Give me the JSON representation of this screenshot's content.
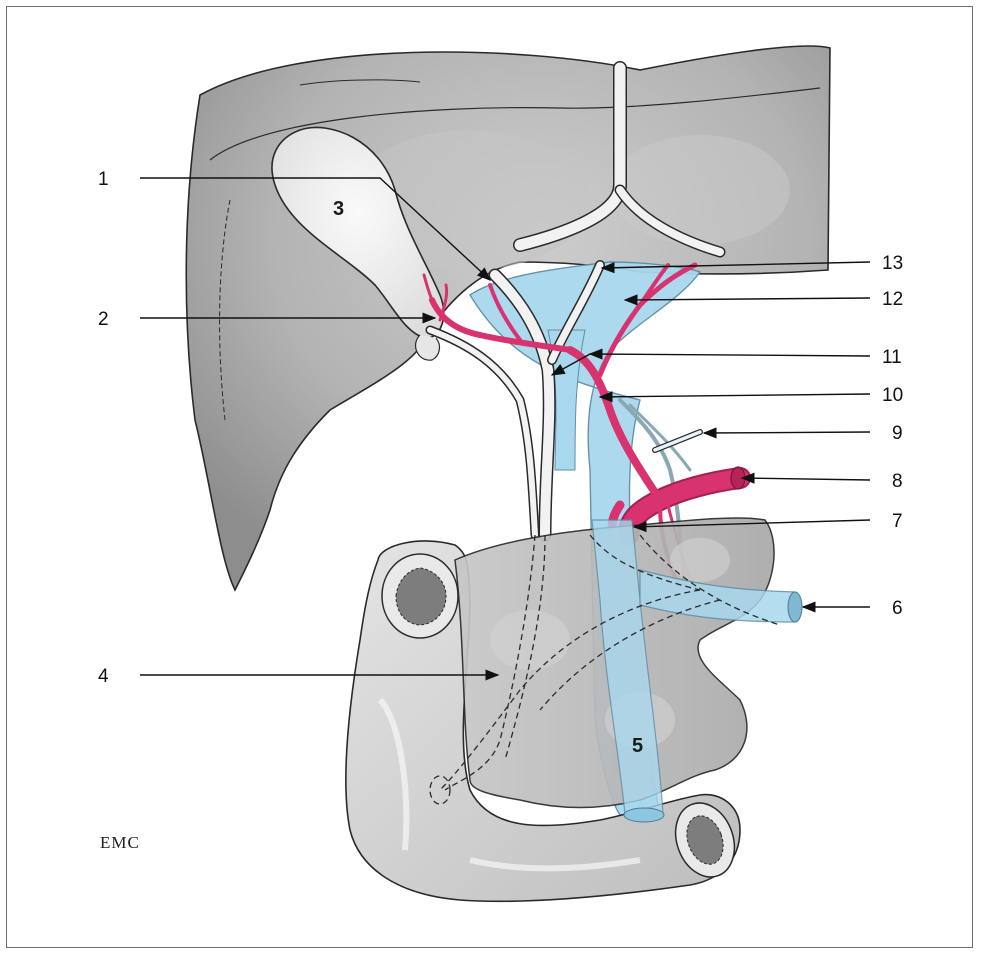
{
  "labels": {
    "l1": "1",
    "l2": "2",
    "l4": "4",
    "l6": "6",
    "l7": "7",
    "l8": "8",
    "l9": "9",
    "l10": "10",
    "l11": "11",
    "l12": "12",
    "l13": "13"
  },
  "organ_labels": {
    "gallbladder": "3",
    "portal_vein": "5"
  },
  "signature": "EMC",
  "colors": {
    "liver": "#b9b9b9",
    "liver_shadow": "#9a9a9a",
    "portal_blue": "#a9d8ee",
    "artery_magenta": "#d8326f",
    "duct_white": "#f2f2f2",
    "duodenum": "#cfcfcf",
    "outline": "#2a2a2a"
  }
}
